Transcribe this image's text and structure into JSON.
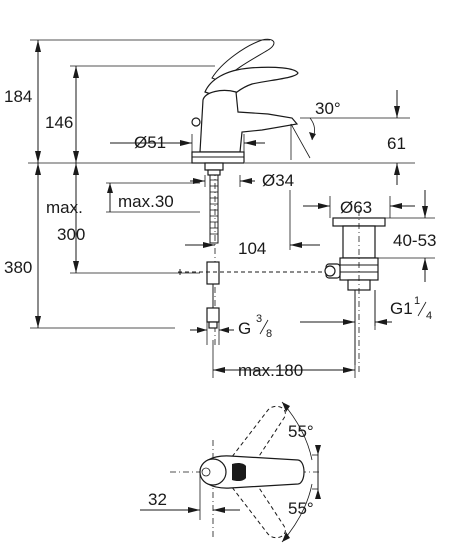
{
  "dimensions": {
    "h184": "184",
    "h146": "146",
    "angle30": "30°",
    "d51": "Ø51",
    "h61": "61",
    "d34": "Ø34",
    "max_label": "max.",
    "max30": "max.30",
    "h300": "300",
    "d63": "Ø63",
    "h380": "380",
    "w104": "104",
    "range4053": "40-53",
    "g_small": "G",
    "g_small_num": "3",
    "g_small_den": "8",
    "g_large": "G1",
    "g_large_num": "1",
    "g_large_den": "4",
    "max180": "max.180",
    "angle55_top": "55°",
    "angle55_bottom": "55°",
    "w32": "32"
  }
}
